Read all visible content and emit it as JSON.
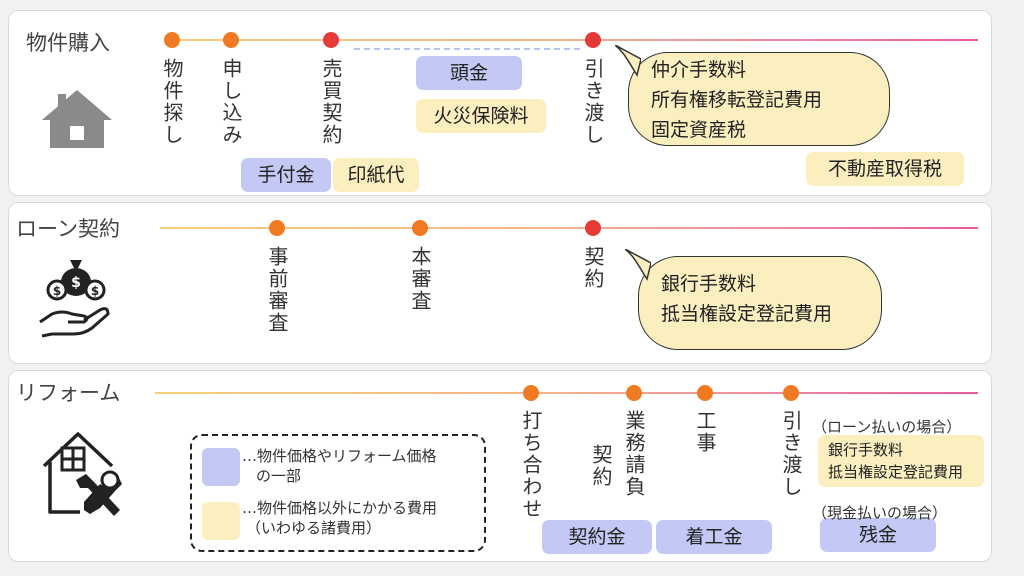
{
  "sections": {
    "purchase": {
      "title": "物件購入",
      "steps": [
        "物件探し",
        "申し込み",
        "売買契約",
        "引き渡し"
      ],
      "tags": {
        "deposit": "手付金",
        "stamp": "印紙代",
        "down": "頭金",
        "fire": "火災保険料",
        "acquisition_tax": "不動産取得税"
      },
      "bubble": [
        "仲介手数料",
        "所有権移転登記費用",
        "固定資産税"
      ]
    },
    "loan": {
      "title": "ローン契約",
      "steps": [
        "事前審査",
        "本審査",
        "契約"
      ],
      "bubble": [
        "銀行手数料",
        "抵当権設定登記費用"
      ]
    },
    "reform": {
      "title": "リフォーム",
      "steps": [
        "打ち合わせ",
        "業務請負",
        "契約",
        "工事",
        "引き渡し"
      ],
      "tags": {
        "contract": "契約金",
        "start": "着工金",
        "balance": "残金"
      },
      "loan_case": "（ローン払いの場合）",
      "loan_fees": [
        "銀行手数料",
        "抵当権設定登記費用"
      ],
      "cash_case": "（現金払いの場合）"
    }
  },
  "legend": {
    "blue_text_1": "…物件価格やリフォーム価格",
    "blue_text_2": "の一部",
    "yellow_text_1": "…物件価格以外にかかる費用",
    "yellow_text_2": "（いわゆる諸費用）"
  },
  "colors": {
    "dot_orange": "#f07a22",
    "dot_red": "#e63a36",
    "tag_blue": "#c3c9f4",
    "tag_yellow": "#fbefc0",
    "icon_gray": "#8a8a8a"
  },
  "icons": [
    "house-icon",
    "money-bag-hand-icon",
    "house-tools-icon"
  ]
}
